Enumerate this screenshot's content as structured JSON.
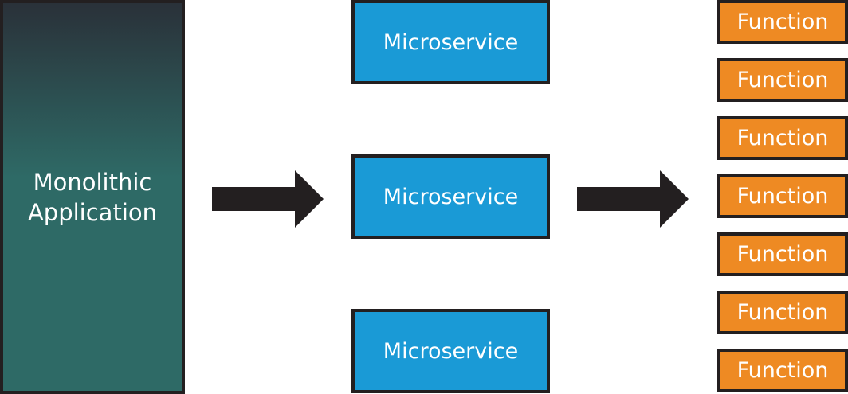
{
  "colors": {
    "monolith_gradient_top": "#2a3139",
    "monolith_gradient_bottom": "#2e6a66",
    "microservice_fill": "#1a9ad6",
    "function_fill": "#ee8a23",
    "border": "#231f20",
    "arrow": "#231f20",
    "text": "#ffffff"
  },
  "monolith": {
    "label": "Monolithic\nApplication"
  },
  "microservices": [
    {
      "label": "Microservice"
    },
    {
      "label": "Microservice"
    },
    {
      "label": "Microservice"
    }
  ],
  "functions": [
    {
      "label": "Function"
    },
    {
      "label": "Function"
    },
    {
      "label": "Function"
    },
    {
      "label": "Function"
    },
    {
      "label": "Function"
    },
    {
      "label": "Function"
    },
    {
      "label": "Function"
    }
  ],
  "arrows": [
    {
      "icon": "right-arrow-icon"
    },
    {
      "icon": "right-arrow-icon"
    }
  ]
}
